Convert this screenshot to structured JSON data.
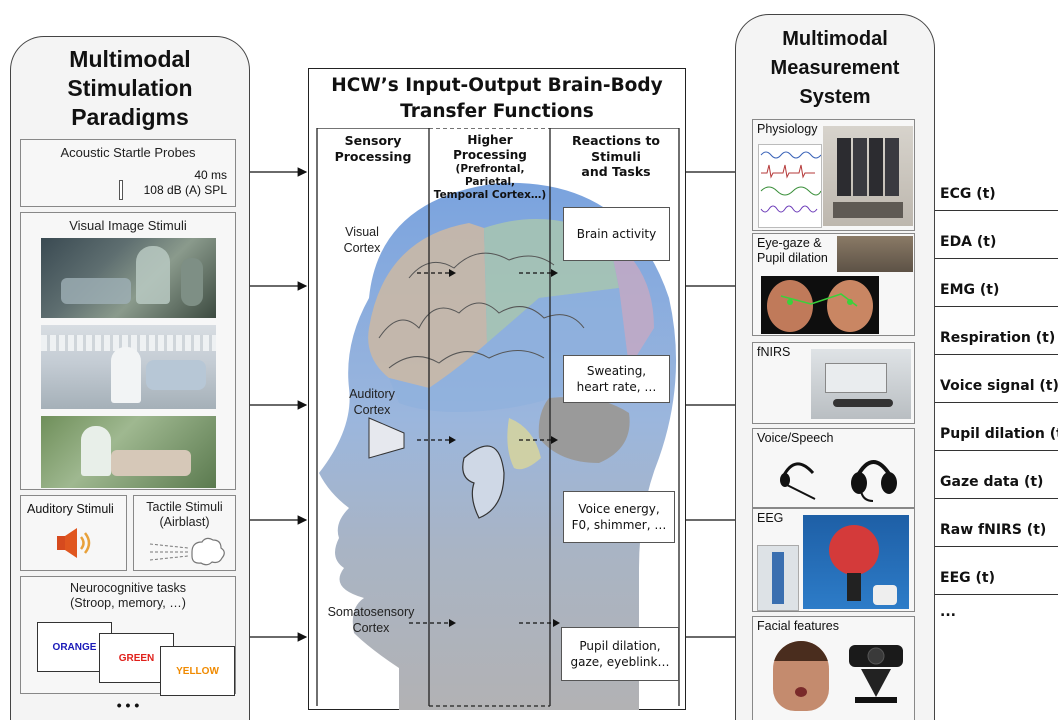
{
  "left_panel": {
    "title_lines": [
      "Multimodal",
      "Stimulation",
      "Paradigms"
    ],
    "acoustic": {
      "title": "Acoustic Startle Probes",
      "line1": "40 ms",
      "line2": "108 dB (A) SPL"
    },
    "visual": {
      "title": "Visual Image Stimuli"
    },
    "auditory": {
      "title": "Auditory Stimuli"
    },
    "tactile": {
      "title_line1": "Tactile Stimuli",
      "title_line2": "(Airblast)"
    },
    "neuro": {
      "title_line1": "Neurocognitive tasks",
      "title_line2": "(Stroop, memory, …)",
      "cards": [
        {
          "word": "ORANGE",
          "color": "#1a1ab8"
        },
        {
          "word": "GREEN",
          "color": "#e0201a"
        },
        {
          "word": "YELLOW",
          "color": "#f08a00"
        }
      ]
    },
    "ellipsis": "• • •"
  },
  "center_panel": {
    "title_line1": "HCW’s Input-Output Brain-Body",
    "title_line2": "Transfer Functions",
    "columns": {
      "col1_line1": "Sensory",
      "col1_line2": "Processing",
      "col2_line1": "Higher Processing",
      "col2_line2": "(Prefrontal, Parietal,",
      "col2_line3": "Temporal Cortex…)",
      "col3_line1": "Reactions to Stimuli",
      "col3_line2": "and Tasks"
    },
    "regions": {
      "visual_line1": "Visual",
      "visual_line2": "Cortex",
      "auditory_line1": "Auditory",
      "auditory_line2": "Cortex",
      "somato_line1": "Somatosensory",
      "somato_line2": "Cortex"
    },
    "reactions": {
      "r1_line1": "Brain activity",
      "r2_line1": "Sweating,",
      "r2_line2": "heart rate, …",
      "r3_line1": "Voice energy,",
      "r3_line2": "F0, shimmer, …",
      "r4_line1": "Pupil dilation,",
      "r4_line2": "gaze, eyeblink…"
    }
  },
  "right_panel": {
    "title_lines": [
      "Multimodal",
      "Measurement",
      "System"
    ],
    "modules": {
      "physiology": "Physiology",
      "eyegaze_line1": "Eye-gaze &",
      "eyegaze_line2": "Pupil dilation",
      "fnirs": "fNIRS",
      "voice": "Voice/Speech",
      "eeg": "EEG",
      "facial": "Facial features"
    }
  },
  "outputs": [
    "ECG (t)",
    "EDA (t)",
    "EMG (t)",
    "Respiration (t)",
    "Voice signal (t)",
    "Pupil dilation (t",
    "Gaze data (t)",
    "Raw fNIRS (t)",
    "EEG (t)",
    "..."
  ]
}
